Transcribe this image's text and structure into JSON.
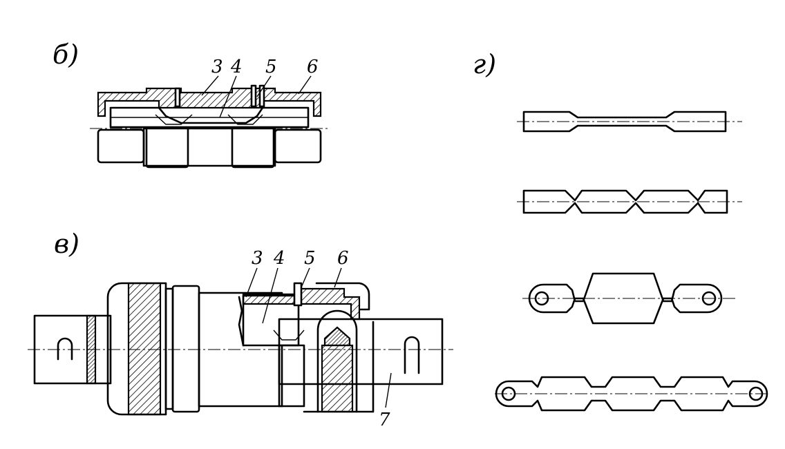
{
  "panels": {
    "b": {
      "label": "б)",
      "parts": [
        "3",
        "4",
        "5",
        "6"
      ]
    },
    "v": {
      "label": "в)",
      "parts": [
        "3",
        "4",
        "5",
        "6"
      ],
      "extra": "7"
    },
    "g": {
      "label": "г)"
    }
  }
}
